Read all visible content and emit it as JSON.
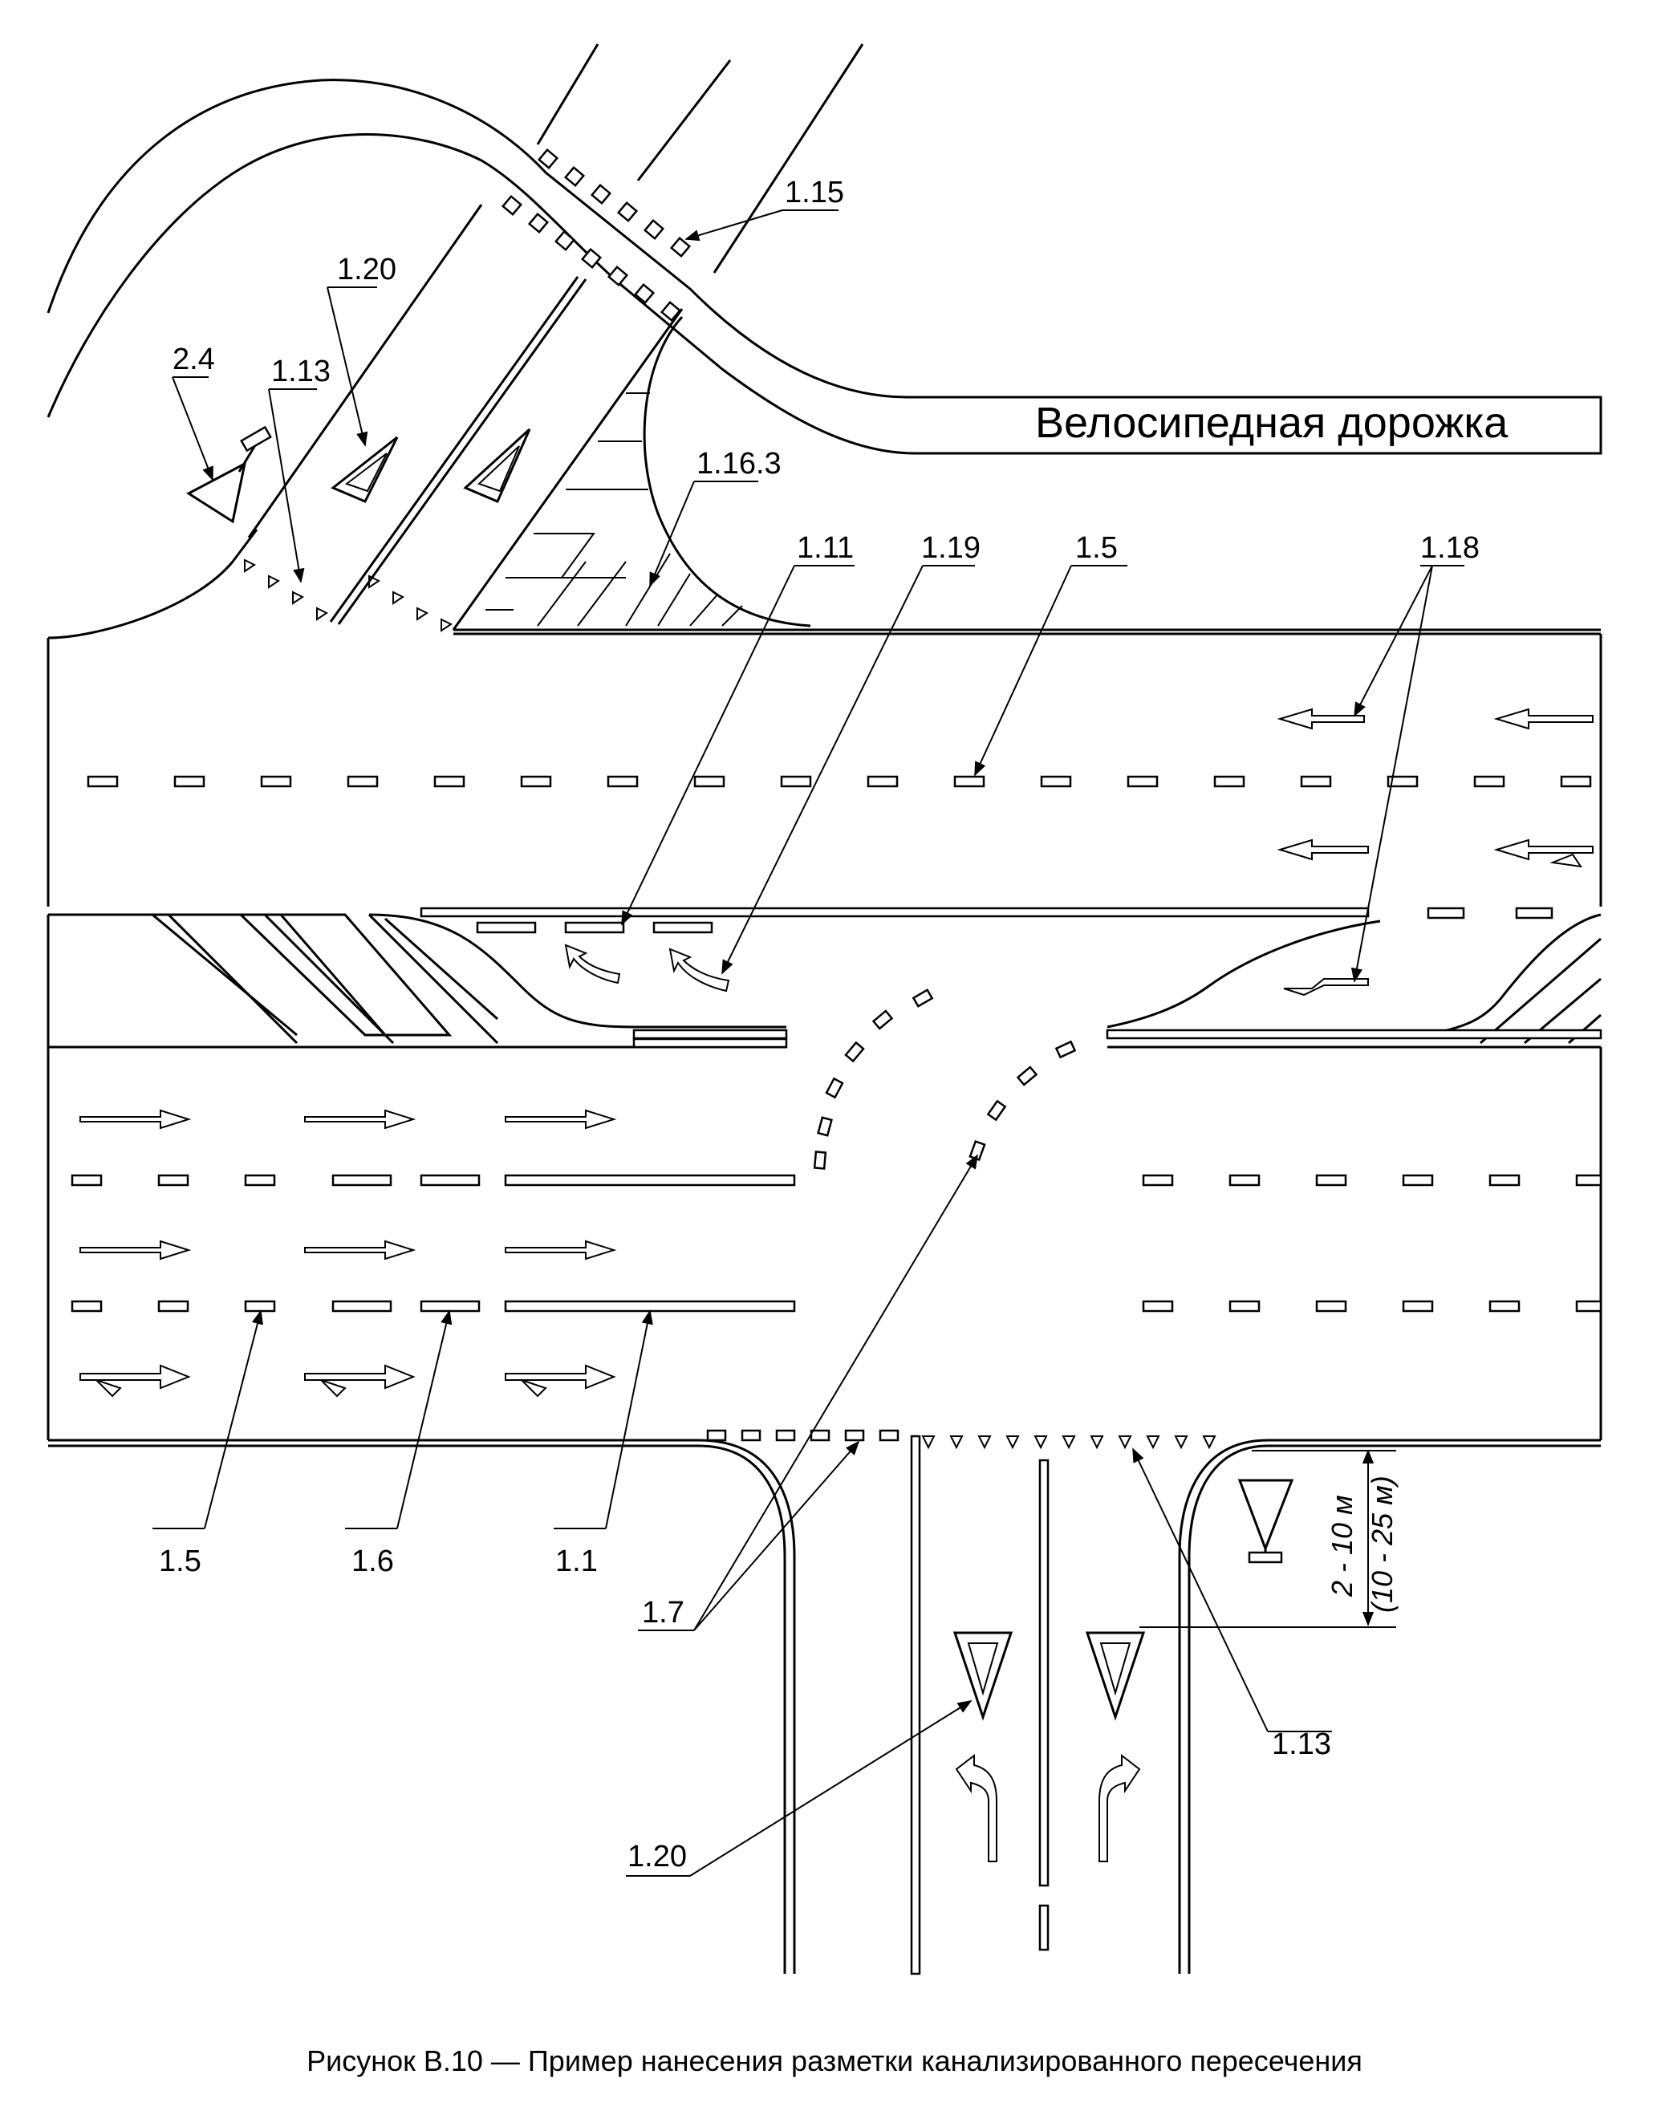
{
  "street_label": "Велосипедная дорожка",
  "caption": "Рисунок В.10 — Пример нанесения разметки канализированного пересечения",
  "dimension": {
    "main": "2 - 10 м",
    "alt": "(10 - 25 м)"
  },
  "callouts": [
    {
      "id": "c-1-15",
      "text": "1.15"
    },
    {
      "id": "c-1-20-a",
      "text": "1.20"
    },
    {
      "id": "c-2-4",
      "text": "2.4"
    },
    {
      "id": "c-1-13-a",
      "text": "1.13"
    },
    {
      "id": "c-1-16-3",
      "text": "1.16.3"
    },
    {
      "id": "c-1-11",
      "text": "1.11"
    },
    {
      "id": "c-1-19",
      "text": "1.19"
    },
    {
      "id": "c-1-5-a",
      "text": "1.5"
    },
    {
      "id": "c-1-18",
      "text": "1.18"
    },
    {
      "id": "c-1-5-b",
      "text": "1.5"
    },
    {
      "id": "c-1-6",
      "text": "1.6"
    },
    {
      "id": "c-1-1",
      "text": "1.1"
    },
    {
      "id": "c-1-7",
      "text": "1.7"
    },
    {
      "id": "c-1-13-b",
      "text": "1.13"
    },
    {
      "id": "c-1-20-b",
      "text": "1.20"
    }
  ]
}
